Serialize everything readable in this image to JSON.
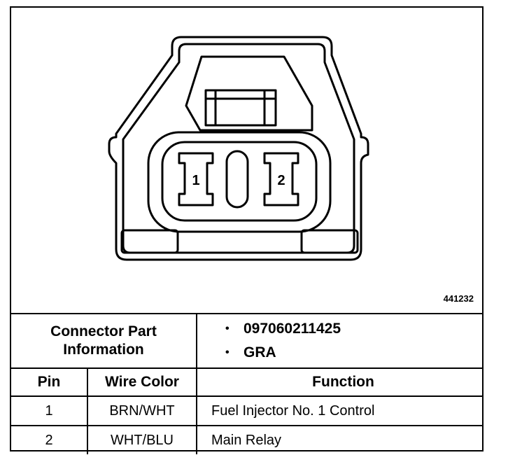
{
  "figure": {
    "id": "441232",
    "pin_labels": [
      "1",
      "2"
    ]
  },
  "connector_info": {
    "label": "Connector Part Information",
    "items": [
      "097060211425",
      "GRA"
    ]
  },
  "table": {
    "headers": {
      "pin": "Pin",
      "wire": "Wire Color",
      "function": "Function"
    },
    "rows": [
      {
        "pin": "1",
        "wire": "BRN/WHT",
        "function": "Fuel Injector No. 1 Control"
      },
      {
        "pin": "2",
        "wire": "WHT/BLU",
        "function": "Main Relay"
      }
    ]
  }
}
